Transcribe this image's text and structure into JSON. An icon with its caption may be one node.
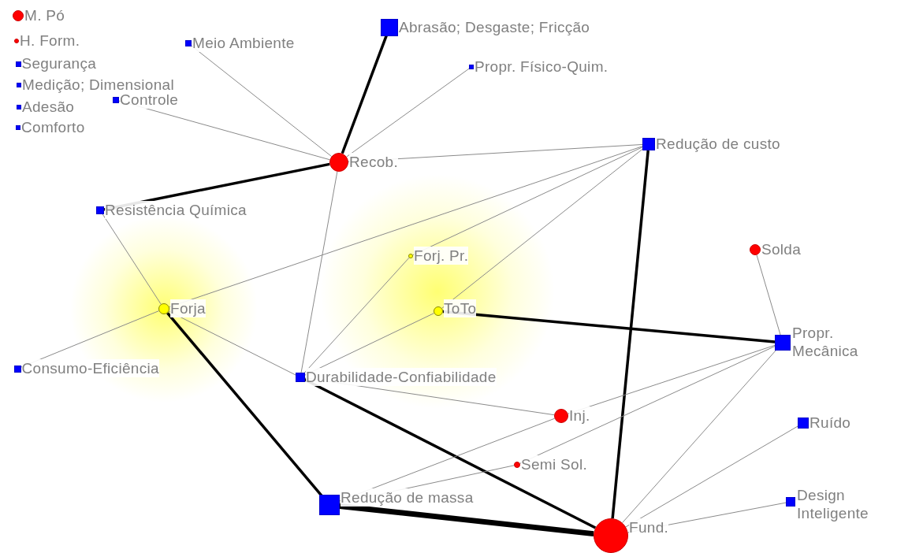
{
  "diagram": {
    "nodes": [
      {
        "text": [],
        "shape": "circle",
        "beside": [
          "M. Pó"
        ]
      },
      {
        "text": [],
        "shape": "circle",
        "beside": [
          "H. Form."
        ]
      },
      {
        "text": [],
        "shape": "box",
        "beside": [
          "Segurança"
        ]
      },
      {
        "text": [],
        "shape": "box",
        "beside": [
          "Medição; Dimensional"
        ]
      },
      {
        "text": [],
        "shape": "box",
        "beside": [
          "Adesão"
        ]
      },
      {
        "text": [],
        "shape": "box",
        "beside": [
          "Comforto"
        ]
      },
      {
        "text": [],
        "shape": "box",
        "beside": [
          "Meio Ambiente"
        ]
      },
      {
        "text": [],
        "shape": "box",
        "beside": [
          "Controle"
        ]
      },
      {
        "text": [],
        "shape": "box",
        "beside": [
          "Abrasão; Desgaste; Fricção"
        ]
      },
      {
        "text": [],
        "shape": "box",
        "beside": [
          "Propr. Físico-Quim."
        ]
      },
      {
        "text": [],
        "shape": "circle",
        "beside": [
          "Recob."
        ]
      },
      {
        "text": [],
        "shape": "box",
        "beside": [
          "Redução de custo"
        ]
      },
      {
        "text": [],
        "shape": "box",
        "beside": [
          "Resistência Química"
        ]
      },
      {
        "text": [],
        "shape": "circle",
        "beside": [
          "Forj. Pr."
        ]
      },
      {
        "text": [],
        "shape": "circle",
        "beside": [
          "Solda"
        ]
      },
      {
        "text": [],
        "shape": "circle",
        "beside": [
          "Forja"
        ]
      },
      {
        "text": [],
        "shape": "circle",
        "beside": [
          "ToTo"
        ]
      },
      {
        "text": [],
        "shape": "box",
        "beside": [
          "Propr. Mecânica"
        ]
      },
      {
        "text": [],
        "shape": "box",
        "beside": [
          "Consumo-Eficiência"
        ]
      },
      {
        "text": [],
        "shape": "box",
        "beside": [
          "Durabilidade-Confiabilidade"
        ]
      },
      {
        "text": [],
        "shape": "circle",
        "beside": [
          "Inj."
        ]
      },
      {
        "text": [],
        "shape": "box",
        "beside": [
          "Ruído"
        ]
      },
      {
        "text": [],
        "shape": "circle",
        "beside": [
          "Semi Sol."
        ]
      },
      {
        "text": [],
        "shape": "box",
        "beside": [
          "Redução de massa"
        ]
      },
      {
        "text": [],
        "shape": "box",
        "beside": [
          "Design Inteligente"
        ]
      },
      {
        "text": [],
        "shape": "circle",
        "beside": [
          "Fund."
        ]
      }
    ],
    "edges": [
      {
        "from": 6,
        "to": 10,
        "arrow": "none"
      },
      {
        "from": 7,
        "to": 10,
        "arrow": "none"
      },
      {
        "from": 8,
        "to": 10,
        "arrow": "none",
        "style": "thick",
        "color": "#000000"
      },
      {
        "from": 9,
        "to": 10,
        "arrow": "none"
      },
      {
        "from": 10,
        "to": 12,
        "arrow": "none",
        "style": "thick",
        "color": "#000000"
      },
      {
        "from": 10,
        "to": 11,
        "arrow": "none"
      },
      {
        "from": 10,
        "to": 19,
        "arrow": "none"
      },
      {
        "from": 12,
        "to": 15,
        "arrow": "none"
      },
      {
        "from": 15,
        "to": 11,
        "arrow": "none"
      },
      {
        "from": 15,
        "to": 18,
        "arrow": "none"
      },
      {
        "from": 15,
        "to": 19,
        "arrow": "none"
      },
      {
        "from": 15,
        "to": 23,
        "arrow": "none",
        "style": "thick",
        "color": "#000000"
      },
      {
        "from": 13,
        "to": 11,
        "arrow": "none"
      },
      {
        "from": 16,
        "to": 11,
        "arrow": "none"
      },
      {
        "from": 19,
        "to": 13,
        "arrow": "none"
      },
      {
        "from": 19,
        "to": 16,
        "arrow": "none"
      },
      {
        "from": 16,
        "to": 17,
        "arrow": "none",
        "style": "thick",
        "color": "#000000"
      },
      {
        "from": 14,
        "to": 17,
        "arrow": "none"
      },
      {
        "from": 19,
        "to": 20,
        "arrow": "none"
      },
      {
        "from": 19,
        "to": 25,
        "arrow": "none",
        "style": "thick",
        "color": "#000000"
      },
      {
        "from": 11,
        "to": 25,
        "arrow": "none",
        "style": "thick",
        "color": "#000000"
      },
      {
        "from": 17,
        "to": 20,
        "arrow": "none"
      },
      {
        "from": 17,
        "to": 22,
        "arrow": "none"
      },
      {
        "from": 20,
        "to": 23,
        "arrow": "none"
      },
      {
        "from": 22,
        "to": 23,
        "arrow": "none"
      },
      {
        "from": 17,
        "to": 25,
        "arrow": "none"
      },
      {
        "from": 21,
        "to": 25,
        "arrow": "none"
      },
      {
        "from": 24,
        "to": 25,
        "arrow": "none"
      },
      {
        "from": 23,
        "to": 25,
        "arrow": "none",
        "style": "thick",
        "color": "#000000"
      }
    ]
  }
}
